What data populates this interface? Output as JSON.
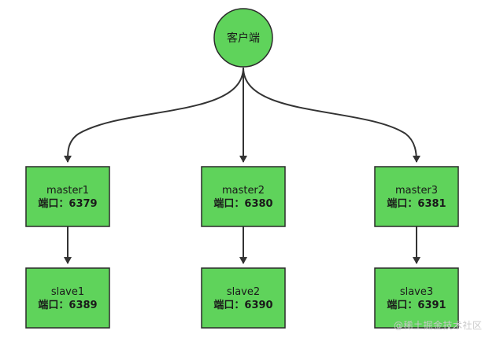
{
  "colors": {
    "node_fill": "#5fd35b",
    "node_stroke": "#2b2b2b",
    "edge": "#333333",
    "watermark": "#c9c9c9"
  },
  "client": {
    "label": "客户端"
  },
  "masters": [
    {
      "name": "master1",
      "port": "端口：6379"
    },
    {
      "name": "master2",
      "port": "端口：6380"
    },
    {
      "name": "master3",
      "port": "端口：6381"
    }
  ],
  "slaves": [
    {
      "name": "slave1",
      "port": "端口：6389"
    },
    {
      "name": "slave2",
      "port": "端口：6390"
    },
    {
      "name": "slave3",
      "port": "端口：6391"
    }
  ],
  "watermark": {
    "text": "@稀土掘金技术社区"
  }
}
